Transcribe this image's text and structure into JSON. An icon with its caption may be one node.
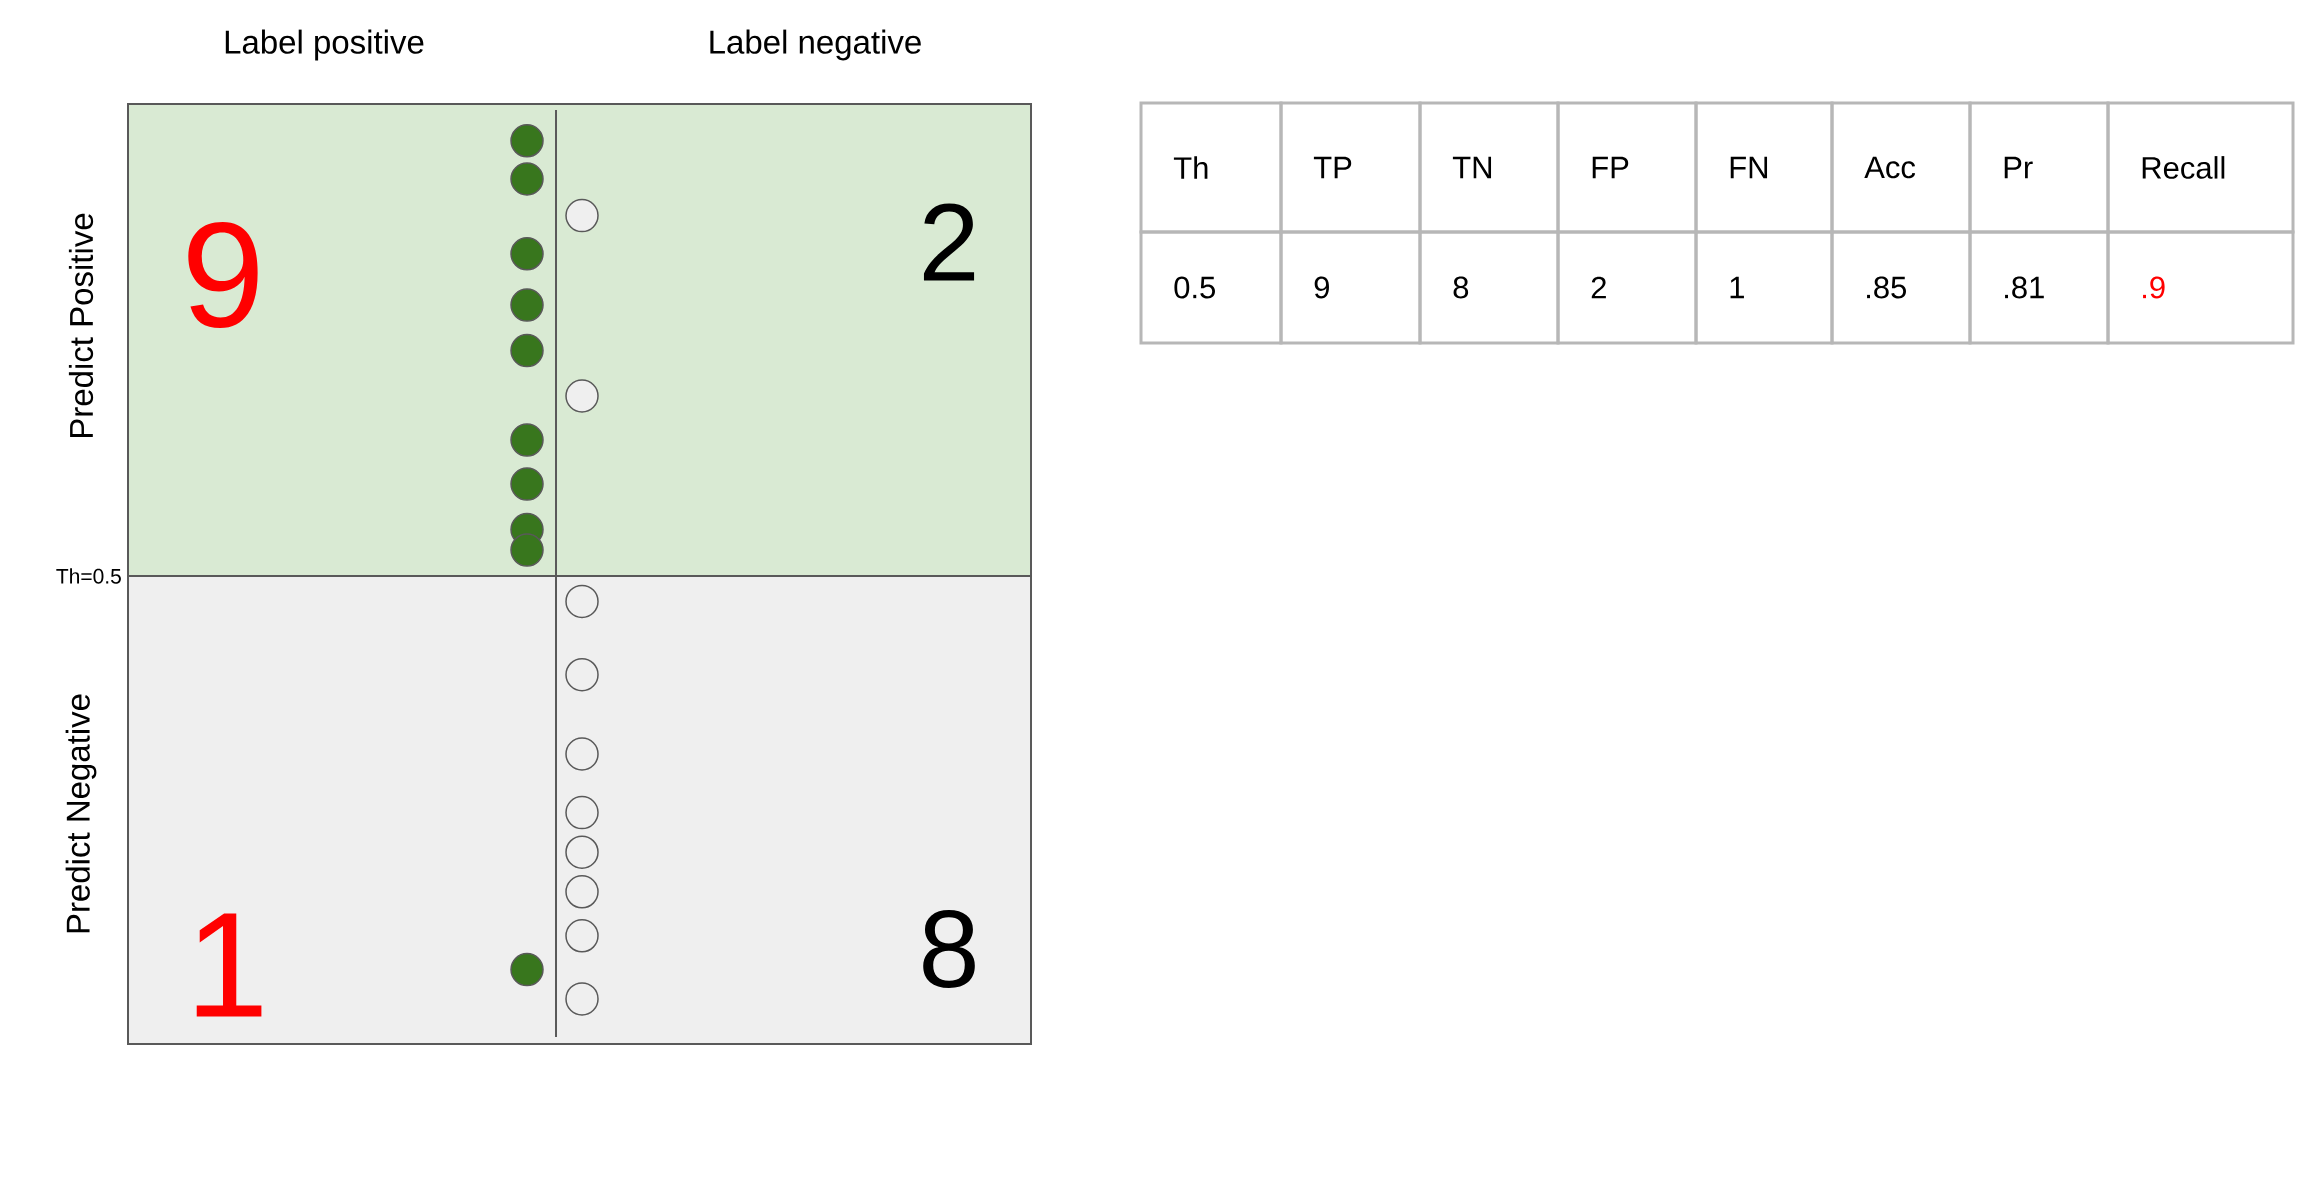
{
  "diagram": {
    "labels": [
      "Label positive",
      "Label negative",
      "Predict Positive",
      "9",
      "2",
      "Th=0.5",
      "Predict Negative",
      "1",
      "8",
      "Th",
      "TP",
      "TN",
      "FP",
      "FN",
      "Acc",
      "Pr",
      "Recall",
      "0.5",
      "9",
      "8",
      "2",
      "1",
      ".85",
      ".81",
      ".9"
    ]
  }
}
